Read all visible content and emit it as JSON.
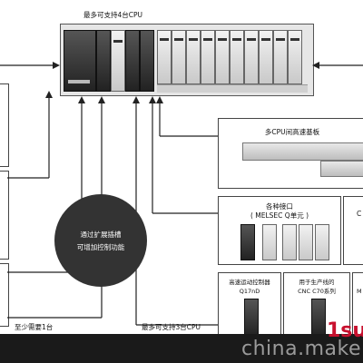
{
  "top_label": "最多可支持4台CPU",
  "multi_cpu_base": {
    "title": "多CPU间高速基板"
  },
  "interfaces": {
    "title": "各种接口",
    "subtitle": "( MELSEC Q单元 )",
    "right_partial": "C"
  },
  "circle": {
    "line1": "通过扩展插槽",
    "line2": "可增加控制功能"
  },
  "controllers": [
    {
      "line1": "高速运动控制器",
      "line2": "Q17nD"
    },
    {
      "line1": "用于生产线的",
      "line2": "CNC C70系列"
    },
    {
      "line1": "M",
      "line2": ""
    }
  ],
  "bottom_left_label": "至少需要1台",
  "bottom_mid_label": "最多可支持3台CPU",
  "footer": {
    "watermark": "china.make",
    "brand": "1su"
  },
  "colors": {
    "line": "#222222",
    "footer_bg": "#1a1a1a",
    "brand_red": "#c8102e"
  }
}
